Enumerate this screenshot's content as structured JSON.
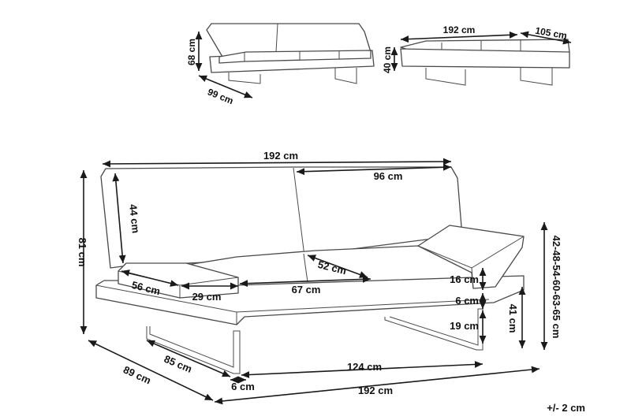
{
  "views": {
    "main": {
      "dims": {
        "total_width_top": "192 cm",
        "backrest_half": "96 cm",
        "back_height": "44 cm",
        "total_height": "81 cm",
        "armrest_depth": "56 cm",
        "armrest_width": "29 cm",
        "seat_width": "67 cm",
        "seat_depth": "52 cm",
        "cushion_height": "16 cm",
        "frame_height": "6 cm",
        "leg_clearance": "19 cm",
        "seat_height": "41 cm",
        "armrest_positions": "42-48-54-60-63-65 cm",
        "total_depth": "89 cm",
        "leg_depth": "85 cm",
        "leg_width": "6 cm",
        "leg_span": "124 cm",
        "total_width_bottom": "192 cm"
      }
    },
    "upright": {
      "dims": {
        "height": "68 cm",
        "depth": "99 cm"
      }
    },
    "bed": {
      "dims": {
        "width": "192 cm",
        "depth": "105 cm",
        "height": "40 cm"
      }
    }
  },
  "tolerance": "+/- 2 cm"
}
